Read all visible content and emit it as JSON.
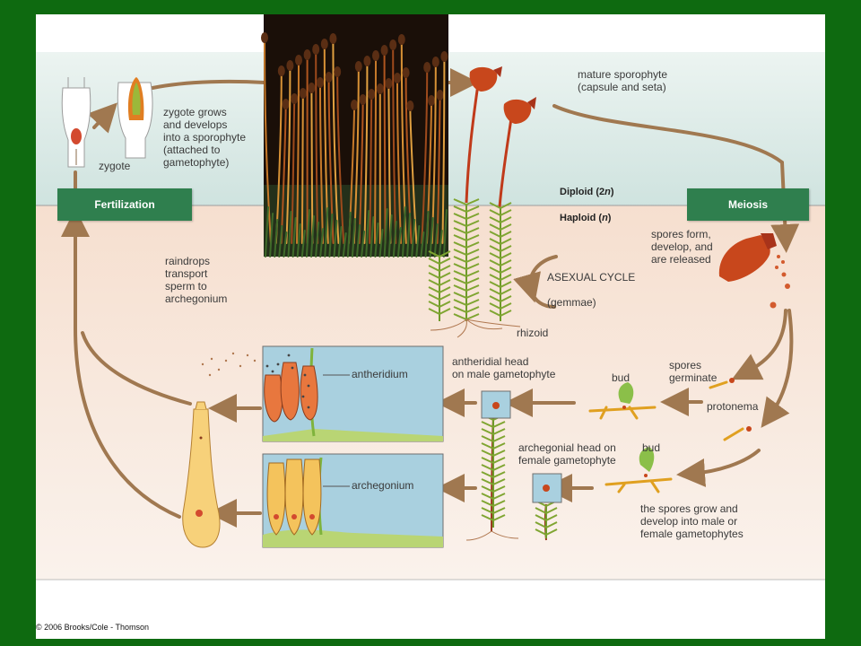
{
  "copyright": "© 2006 Brooks/Cole - Thomson",
  "phases": {
    "diploid_prefix": "Diploid (2",
    "diploid_var": "n",
    "diploid_suffix": ")",
    "haploid_prefix": "Haploid (",
    "haploid_var": "n",
    "haploid_suffix": ")"
  },
  "stages": {
    "fertilization": "Fertilization",
    "meiosis": "Meiosis"
  },
  "labels": {
    "zygote": "zygote",
    "zygote_grows": [
      "zygote grows",
      "and develops",
      "into a sporophyte",
      "(attached to",
      "gametophyte)"
    ],
    "mature_sporophyte": [
      "mature sporophyte",
      "(capsule and seta)"
    ],
    "spores_released": [
      "spores form,",
      "develop, and",
      "are released"
    ],
    "raindrops": [
      "raindrops",
      "transport",
      "sperm to",
      "archegonium"
    ],
    "asexual_cycle": "ASEXUAL CYCLE",
    "gemmae": "(gemmae)",
    "rhizoid": "rhizoid",
    "antheridium": "antheridium",
    "archegonium": "archegonium",
    "antheridial_head": [
      "antheridial head",
      "on male gametophyte"
    ],
    "archegonial_head": [
      "archegonial head on",
      "female gametophyte"
    ],
    "bud_upper": "bud",
    "bud_lower": "bud",
    "spores_germinate": [
      "spores",
      "germinate"
    ],
    "protonema": "protonema",
    "spores_grow": [
      "the spores grow and",
      "develop into male or",
      "female gametophytes"
    ]
  },
  "colors": {
    "border": "#0e6a10",
    "diploid_bg": "#dce9e6",
    "haploid_bg": "#f7e6d9",
    "stage_box": "#2f7f4e",
    "arrow": "#a07850",
    "panel": "#a9d0df",
    "capsule": "#c8471c",
    "leaf": "#7fa531"
  },
  "icons": [
    "moss-photo-image",
    "sporophyte-plant-illustration",
    "capsule-illustration",
    "gametophyte-illustration",
    "zygote-cell-illustration"
  ]
}
